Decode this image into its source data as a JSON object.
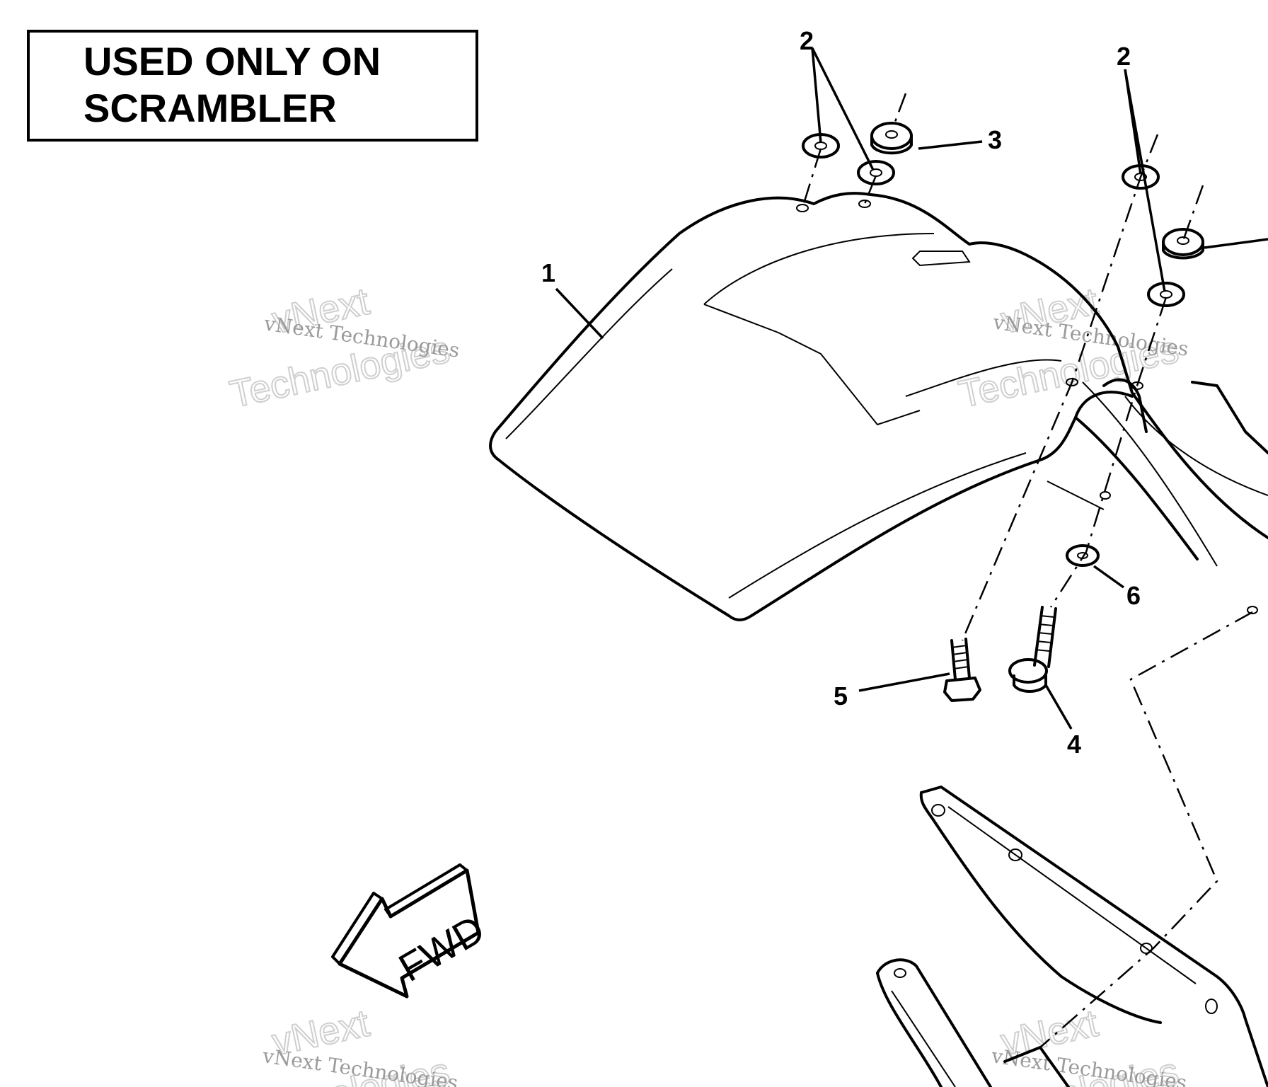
{
  "notice": {
    "line1": "USED ONLY ON",
    "line2": "SCRAMBLER"
  },
  "callouts": {
    "c1": "1",
    "c2a": "2",
    "c2b": "2",
    "c3": "3",
    "c4": "4",
    "c5": "5",
    "c6": "6"
  },
  "fwd_arrow": {
    "label": "FWD"
  },
  "watermark": {
    "big_line1": "vNext",
    "big_line2": "Technologies",
    "small": "vNext Technologies"
  },
  "icons": {
    "arrow": "fwd-arrow-icon"
  },
  "colors": {
    "line": "#000000",
    "background": "#ffffff",
    "watermark": "#cfcfcf"
  }
}
